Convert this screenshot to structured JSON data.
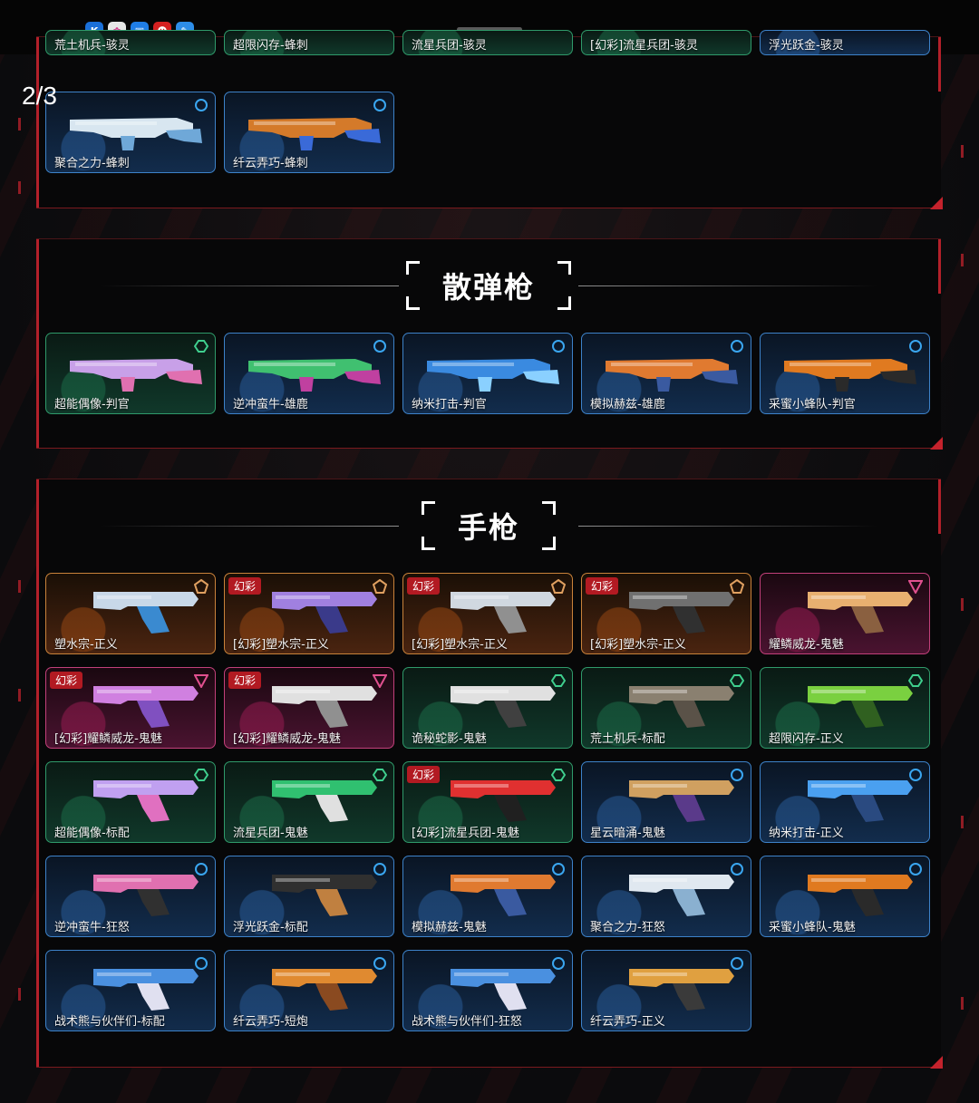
{
  "status_bar": {
    "icons": [
      {
        "name": "k-app-icon",
        "glyph": "K",
        "color": "#1a6fd8"
      },
      {
        "name": "pinwheel-app-icon",
        "glyph": "✿",
        "color": "#e6e6e6"
      },
      {
        "name": "window-app-icon",
        "glyph": "▣",
        "color": "#1f7de6"
      },
      {
        "name": "face-app-icon",
        "glyph": "☻",
        "color": "#d42020"
      },
      {
        "name": "feather-app-icon",
        "glyph": "✎",
        "color": "#2d8de8"
      }
    ]
  },
  "page_indicator": "2/3",
  "tier_colors": {
    "blue": "#3aa6f0",
    "green": "#3fcf8e",
    "orange": "#e0a060",
    "pink": "#e0508f"
  },
  "top_section": {
    "row_clipped": [
      {
        "label": "荒土机兵-骇灵",
        "tier": "green"
      },
      {
        "label": "超限闪存-蜂刺",
        "tier": "green"
      },
      {
        "label": "流星兵团-骇灵",
        "tier": "green"
      },
      {
        "label": "[幻彩]流星兵团-骇灵",
        "tier": "green"
      },
      {
        "label": "浮光跃金-骇灵",
        "tier": "blue"
      }
    ],
    "row_full": [
      {
        "label": "聚合之力-蜂刺",
        "tier": "blue",
        "colors": [
          "#d8e6f0",
          "#6fa8d8"
        ]
      },
      {
        "label": "纤云弄巧-蜂刺",
        "tier": "blue",
        "colors": [
          "#d47a2a",
          "#3a6ad8"
        ]
      }
    ]
  },
  "shotgun_section": {
    "title": "散弹枪",
    "cards": [
      {
        "label": "超能偶像-判官",
        "tier": "green",
        "colors": [
          "#c8a0e8",
          "#e070b0"
        ]
      },
      {
        "label": "逆冲蛮牛-雄鹿",
        "tier": "blue",
        "colors": [
          "#40c070",
          "#c040a0"
        ]
      },
      {
        "label": "纳米打击-判官",
        "tier": "blue",
        "colors": [
          "#3a8ae0",
          "#8ad0ff"
        ]
      },
      {
        "label": "模拟赫兹-雄鹿",
        "tier": "blue",
        "colors": [
          "#e07a30",
          "#3a5aa0"
        ]
      },
      {
        "label": "采蜜小蜂队-判官",
        "tier": "blue",
        "colors": [
          "#e07a20",
          "#2a2a2a"
        ]
      }
    ]
  },
  "pistol_section": {
    "title": "手枪",
    "cards": [
      {
        "label": "塑水宗-正义",
        "tier": "orange",
        "tag": "",
        "colors": [
          "#c8d8e8",
          "#3a8ad0"
        ]
      },
      {
        "label": "[幻彩]塑水宗-正义",
        "tier": "orange",
        "tag": "幻彩",
        "colors": [
          "#a080e0",
          "#3a3a8a"
        ]
      },
      {
        "label": "[幻彩]塑水宗-正义",
        "tier": "orange",
        "tag": "幻彩",
        "colors": [
          "#d0d8e0",
          "#909090"
        ]
      },
      {
        "label": "[幻彩]塑水宗-正义",
        "tier": "orange",
        "tag": "幻彩",
        "colors": [
          "#707070",
          "#303030"
        ]
      },
      {
        "label": "耀鳞威龙-鬼魅",
        "tier": "pink",
        "tag": "",
        "colors": [
          "#e8b070",
          "#8a6040"
        ]
      },
      {
        "label": "[幻彩]耀鳞威龙-鬼魅",
        "tier": "pink",
        "tag": "幻彩",
        "colors": [
          "#d080e0",
          "#8050c0"
        ]
      },
      {
        "label": "[幻彩]耀鳞威龙-鬼魅",
        "tier": "pink",
        "tag": "幻彩",
        "colors": [
          "#e0e0e0",
          "#909090"
        ]
      },
      {
        "label": "诡秘蛇影-鬼魅",
        "tier": "green",
        "tag": "",
        "colors": [
          "#e0e0e0",
          "#404040"
        ]
      },
      {
        "label": "荒土机兵-标配",
        "tier": "green",
        "tag": "",
        "colors": [
          "#8a8070",
          "#5a5248"
        ]
      },
      {
        "label": "超限闪存-正义",
        "tier": "green",
        "tag": "",
        "colors": [
          "#7ad040",
          "#306020"
        ]
      },
      {
        "label": "超能偶像-标配",
        "tier": "green",
        "tag": "",
        "colors": [
          "#c0a0f0",
          "#e070c0"
        ]
      },
      {
        "label": "流星兵团-鬼魅",
        "tier": "green",
        "tag": "",
        "colors": [
          "#30c070",
          "#e0e0e0"
        ]
      },
      {
        "label": "[幻彩]流星兵团-鬼魅",
        "tier": "green",
        "tag": "幻彩",
        "colors": [
          "#e03030",
          "#202020"
        ]
      },
      {
        "label": "星云暗涌-鬼魅",
        "tier": "blue",
        "tag": "",
        "colors": [
          "#d0a060",
          "#5a3a8a"
        ]
      },
      {
        "label": "纳米打击-正义",
        "tier": "blue",
        "tag": "",
        "colors": [
          "#4aa0f0",
          "#2a4a80"
        ]
      },
      {
        "label": "逆冲蛮牛-狂怒",
        "tier": "blue",
        "tag": "",
        "colors": [
          "#e070b0",
          "#303030"
        ]
      },
      {
        "label": "浮光跃金-标配",
        "tier": "blue",
        "tag": "",
        "colors": [
          "#303030",
          "#c08040"
        ]
      },
      {
        "label": "模拟赫兹-鬼魅",
        "tier": "blue",
        "tag": "",
        "colors": [
          "#e07a30",
          "#3a5aa0"
        ]
      },
      {
        "label": "聚合之力-狂怒",
        "tier": "blue",
        "tag": "",
        "colors": [
          "#e0e8f0",
          "#8ab0d0"
        ]
      },
      {
        "label": "采蜜小蜂队-鬼魅",
        "tier": "blue",
        "tag": "",
        "colors": [
          "#e07a20",
          "#2a2a2a"
        ]
      },
      {
        "label": "战术熊与伙伴们-标配",
        "tier": "blue",
        "tag": "",
        "colors": [
          "#4a90e0",
          "#e0e0f0"
        ]
      },
      {
        "label": "纤云弄巧-短炮",
        "tier": "blue",
        "tag": "",
        "colors": [
          "#e08a30",
          "#8a4a20"
        ]
      },
      {
        "label": "战术熊与伙伴们-狂怒",
        "tier": "blue",
        "tag": "",
        "colors": [
          "#4a90e0",
          "#e0e0f0"
        ]
      },
      {
        "label": "纤云弄巧-正义",
        "tier": "blue",
        "tag": "",
        "colors": [
          "#e0a040",
          "#3a3a3a"
        ]
      }
    ]
  }
}
